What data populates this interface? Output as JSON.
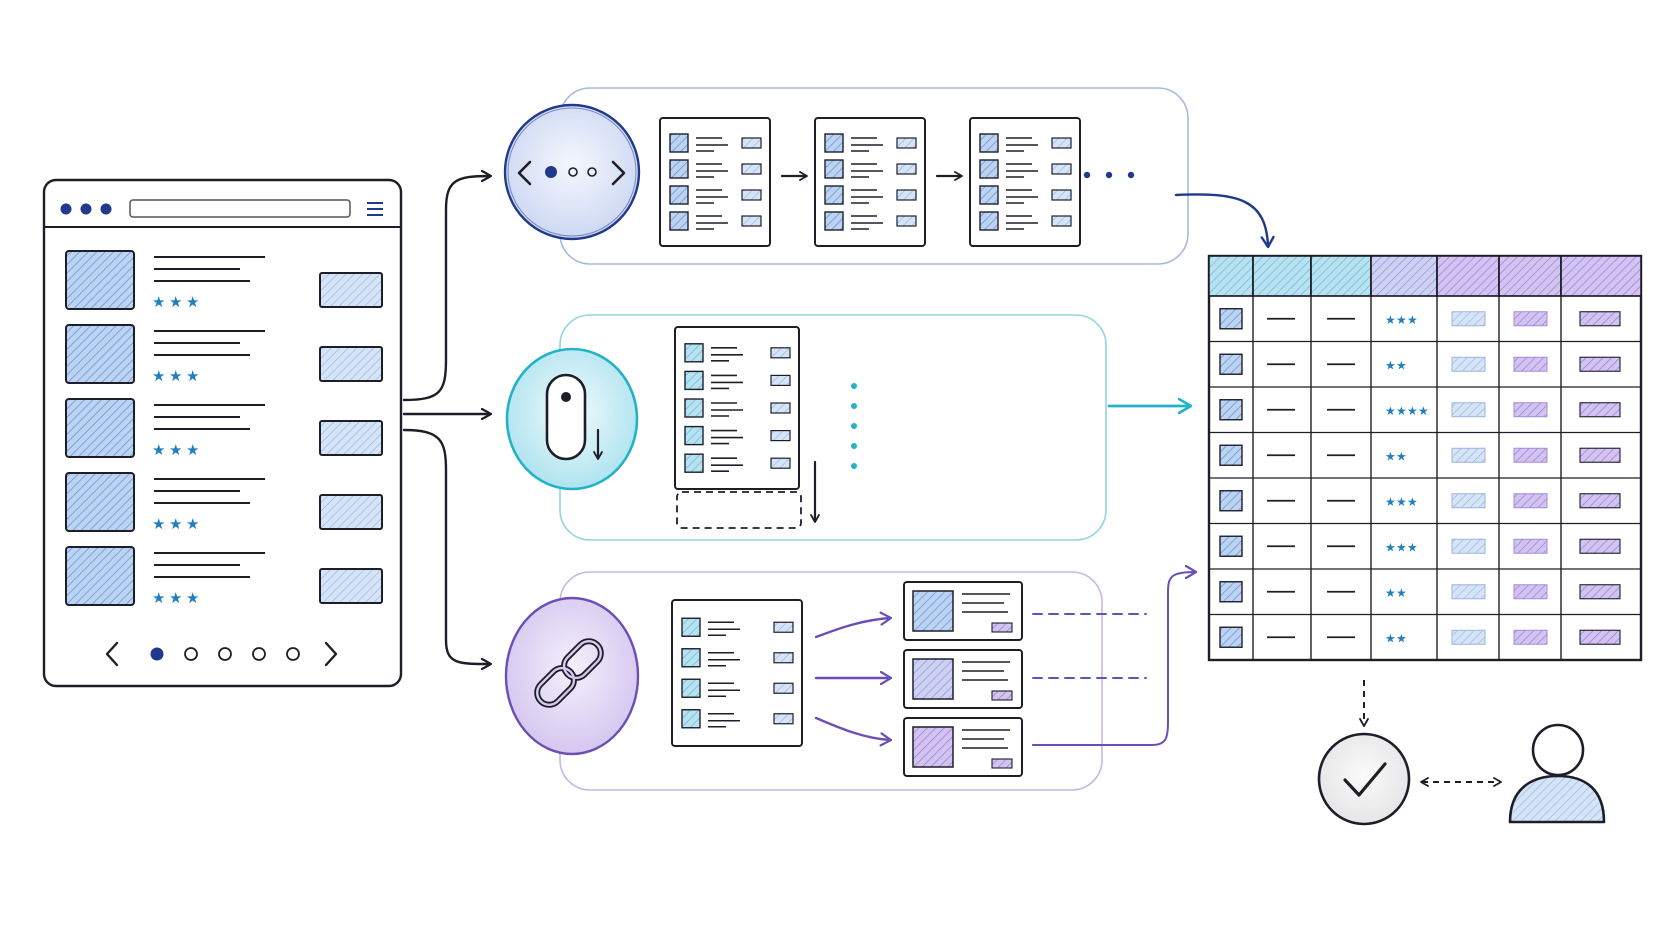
{
  "colors": {
    "ink": "#1e1e28",
    "pagination_blue": "#1f3a8a",
    "scroll_teal": "#22b3c6",
    "link_purple": "#6b4fb6",
    "thumb_blue": "#7ea6e0",
    "star_blue": "#1f7fbf",
    "header_teal": "#8fd3e8",
    "header_purple": "#b79fe0"
  },
  "icons": {
    "pagination": "pagination-icon",
    "scroll": "mouse-scroll-icon",
    "links": "link-chain-icon",
    "validation": "checkmark-icon",
    "reviewer": "person-icon"
  },
  "source_page": {
    "rows": [
      {
        "rating": 3
      },
      {
        "rating": 3
      },
      {
        "rating": 3
      },
      {
        "rating": 3
      },
      {
        "rating": 3
      }
    ],
    "pager": {
      "current_page": 1,
      "total_pages": 5
    }
  },
  "methods": [
    {
      "id": "pagination",
      "pages_shown": 3
    },
    {
      "id": "infinite-scroll",
      "rows_shown": 5
    },
    {
      "id": "detail-links",
      "detail_pages": 3
    }
  ],
  "output_table": {
    "column_count": 7,
    "ratings": [
      3,
      2,
      4,
      2,
      3,
      3,
      2,
      2
    ]
  }
}
